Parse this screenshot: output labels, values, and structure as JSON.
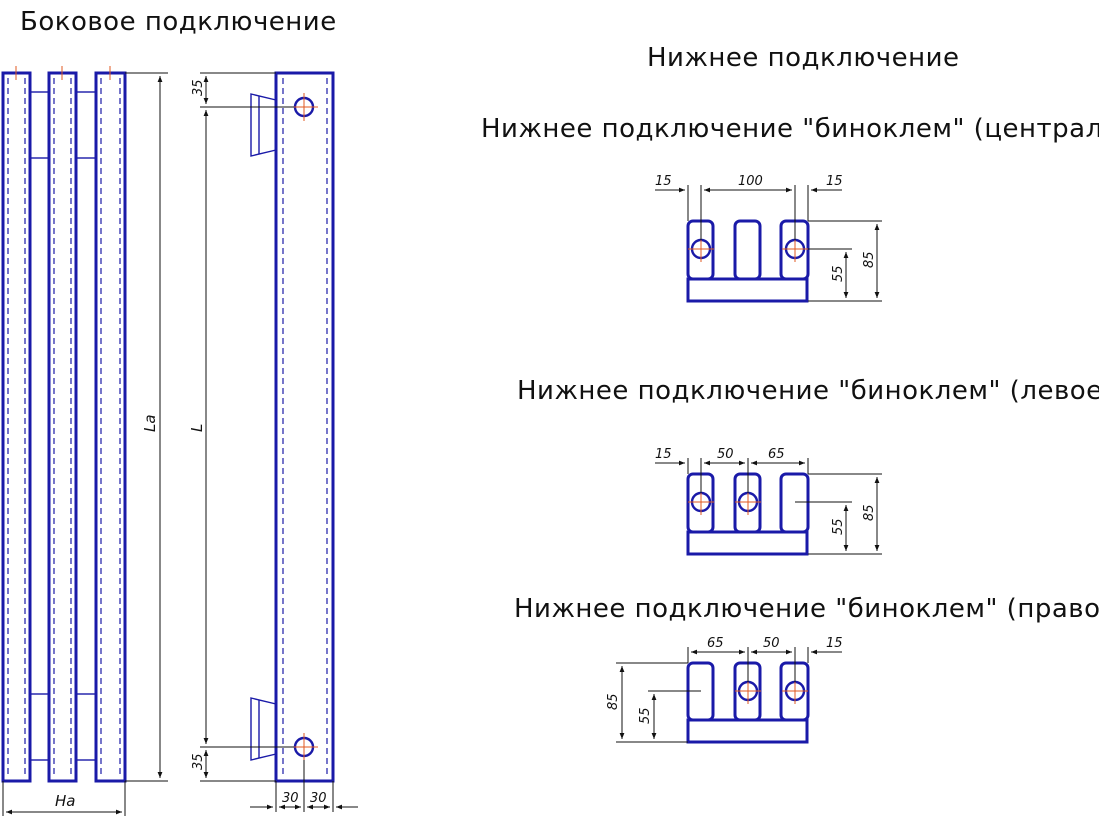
{
  "titles": {
    "side": "Боковое подключение",
    "bottom": "Нижнее подключение",
    "central": "Нижнее подключение \"биноклем\" (центральное)",
    "left": "Нижнее подключение \"биноклем\" (левое)",
    "right": "Нижнее подключение \"биноклем\" (правое)"
  },
  "side_labels": {
    "la": "La",
    "l": "L",
    "ha": "Ha"
  },
  "side_dims": {
    "top_35": "35",
    "bottom_35": "35",
    "w1": "30",
    "w2": "30"
  },
  "central_dims": {
    "d1": "15",
    "d2": "100",
    "d3": "15",
    "v55": "55",
    "v85": "85"
  },
  "left_dims": {
    "d1": "15",
    "d2": "50",
    "d3": "65",
    "v55": "55",
    "v85": "85"
  },
  "right_dims": {
    "d1": "65",
    "d2": "50",
    "d3": "15",
    "v85": "85",
    "v55": "55"
  }
}
